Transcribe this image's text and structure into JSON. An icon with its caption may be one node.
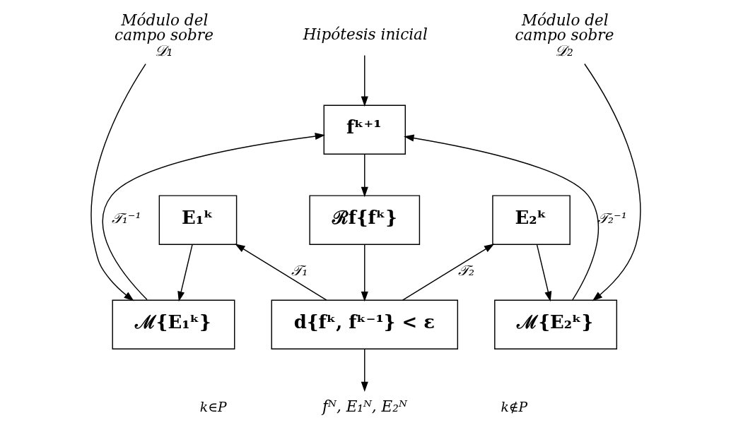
{
  "diagram": {
    "nodes": [
      {
        "text": [
          "Hipótesis inicial"
        ]
      },
      {
        "text": [
          "Módulo del campo sobre 𝒟₁"
        ]
      },
      {
        "text": [
          "ℳ{E₁ᵏ}"
        ]
      },
      {
        "text": [
          "fᵏ⁺¹"
        ]
      },
      {
        "text": [
          "ℳ{E₂ᵏ}"
        ]
      },
      {
        "text": [
          "Módulo del campo sobre 𝒟₂"
        ]
      },
      {
        "text": [
          "ℛf{fᵏ}"
        ]
      },
      {
        "text": [
          "E₁ᵏ"
        ]
      },
      {
        "text": [
          "d{fᵏ, fᵏ⁻¹} < ε"
        ]
      },
      {
        "text": [
          "E₂ᵏ"
        ]
      },
      {
        "text": [
          "fᴺ, E₁ᴺ, E₂ᴺ"
        ]
      }
    ],
    "edges": [
      {
        "from": 0,
        "to": 3,
        "arrow": "to"
      },
      {
        "from": 1,
        "to": 2,
        "arrow": "to"
      },
      {
        "from": 2,
        "to": 3,
        "arrow": "to",
        "label": "𝒯₁⁻¹"
      },
      {
        "from": 4,
        "to": 3,
        "arrow": "to",
        "label": "𝒯₂⁻¹"
      },
      {
        "from": 5,
        "to": 4,
        "arrow": "to"
      },
      {
        "from": 3,
        "to": 6,
        "arrow": "to"
      },
      {
        "from": 7,
        "to": 2,
        "arrow": "to"
      },
      {
        "from": 6,
        "to": 8,
        "arrow": "to"
      },
      {
        "from": 9,
        "to": 4,
        "arrow": "to"
      },
      {
        "from": 8,
        "to": 7,
        "arrow": "to",
        "label": "𝒯₁"
      },
      {
        "from": 8,
        "to": 9,
        "arrow": "to",
        "label": "𝒯₂"
      },
      {
        "from": 8,
        "to": 10,
        "arrow": "to"
      }
    ],
    "labels": [
      "k∈P",
      "k∉P"
    ]
  }
}
